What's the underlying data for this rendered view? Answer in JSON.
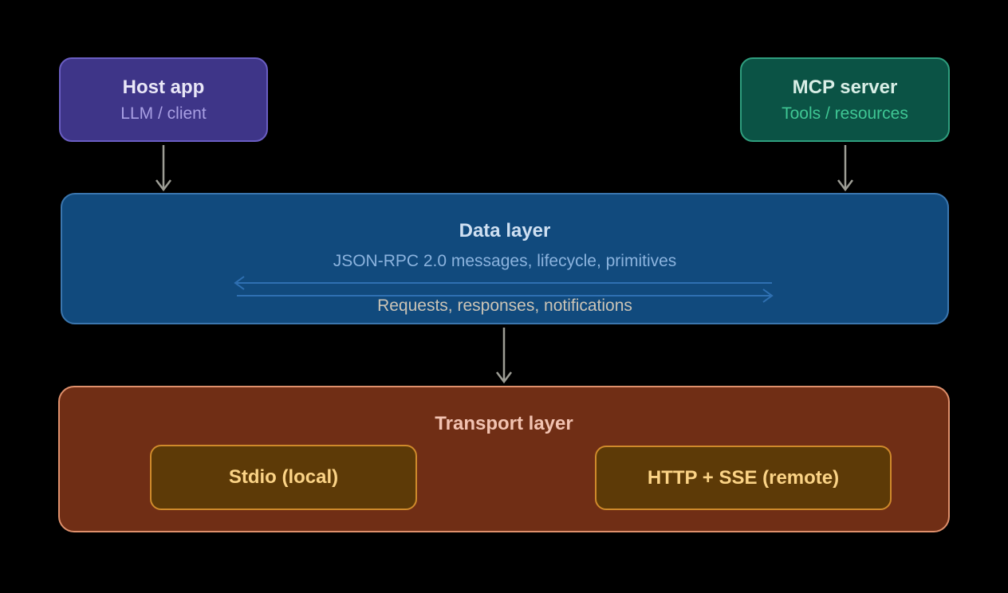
{
  "diagram": {
    "nodes": {
      "host_app": {
        "title": "Host app",
        "subtitle": "LLM / client",
        "fill": "#3e3588",
        "border": "#6a5ec2",
        "title_color": "#e9e7f7",
        "subtitle_color": "#a89fe3"
      },
      "mcp_server": {
        "title": "MCP server",
        "subtitle": "Tools / resources",
        "fill": "#0b5345",
        "border": "#2f9e7e",
        "title_color": "#d8eee6",
        "subtitle_color": "#3fc794"
      },
      "data_layer": {
        "title": "Data layer",
        "subtitle": "JSON-RPC 2.0 messages, lifecycle, primitives",
        "caption": "Requests, responses, notifications",
        "fill": "#114a7d",
        "border": "#3b76ae",
        "title_color": "#cfe0f2",
        "subtitle_color": "#8bb3de",
        "caption_color": "#cbc4b6",
        "arrow_color": "#2f70b2"
      },
      "transport_layer": {
        "title": "Transport layer",
        "fill": "#702e15",
        "border": "#df906c",
        "title_color": "#f2c3b2",
        "children": [
          {
            "label": "Stdio (local)"
          },
          {
            "label": "HTTP + SSE (remote)"
          }
        ],
        "child_fill": "#5d3a07",
        "child_border": "#cf8a2b",
        "child_text_color": "#fbd386"
      }
    },
    "connectors": {
      "color": "#9d9d95",
      "links": [
        {
          "from": "host_app",
          "to": "data_layer"
        },
        {
          "from": "mcp_server",
          "to": "data_layer"
        },
        {
          "from": "data_layer",
          "to": "transport_layer"
        }
      ]
    }
  }
}
